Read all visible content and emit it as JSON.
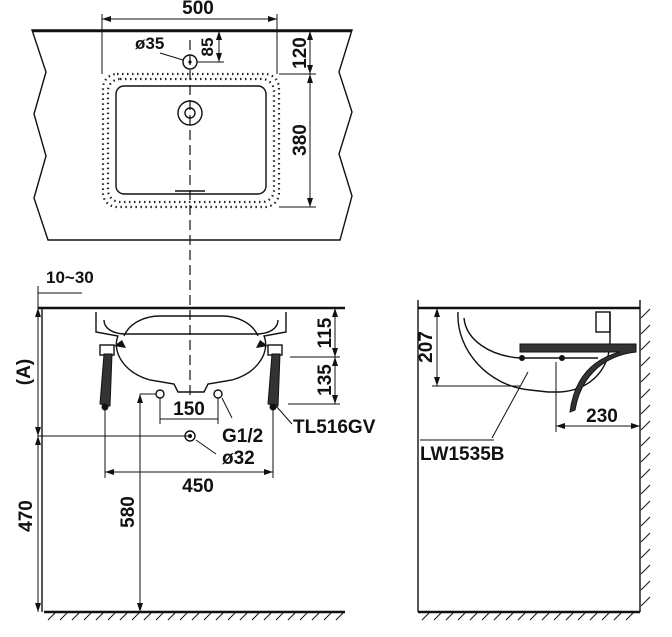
{
  "dimensions": {
    "width_500": "500",
    "dia_35": "ø35",
    "d85": "85",
    "d120": "120",
    "d380": "380",
    "gap_10_30": "10~30",
    "d115": "115",
    "d135": "135",
    "d150": "150",
    "thread_g12": "G1/2",
    "dia_32": "ø32",
    "d450": "450",
    "d470": "470",
    "d580": "580",
    "label_a": "(A)",
    "d207": "207",
    "d230": "230"
  },
  "parts": {
    "bracket_model": "TL516GV",
    "basin_model": "LW1535B"
  }
}
